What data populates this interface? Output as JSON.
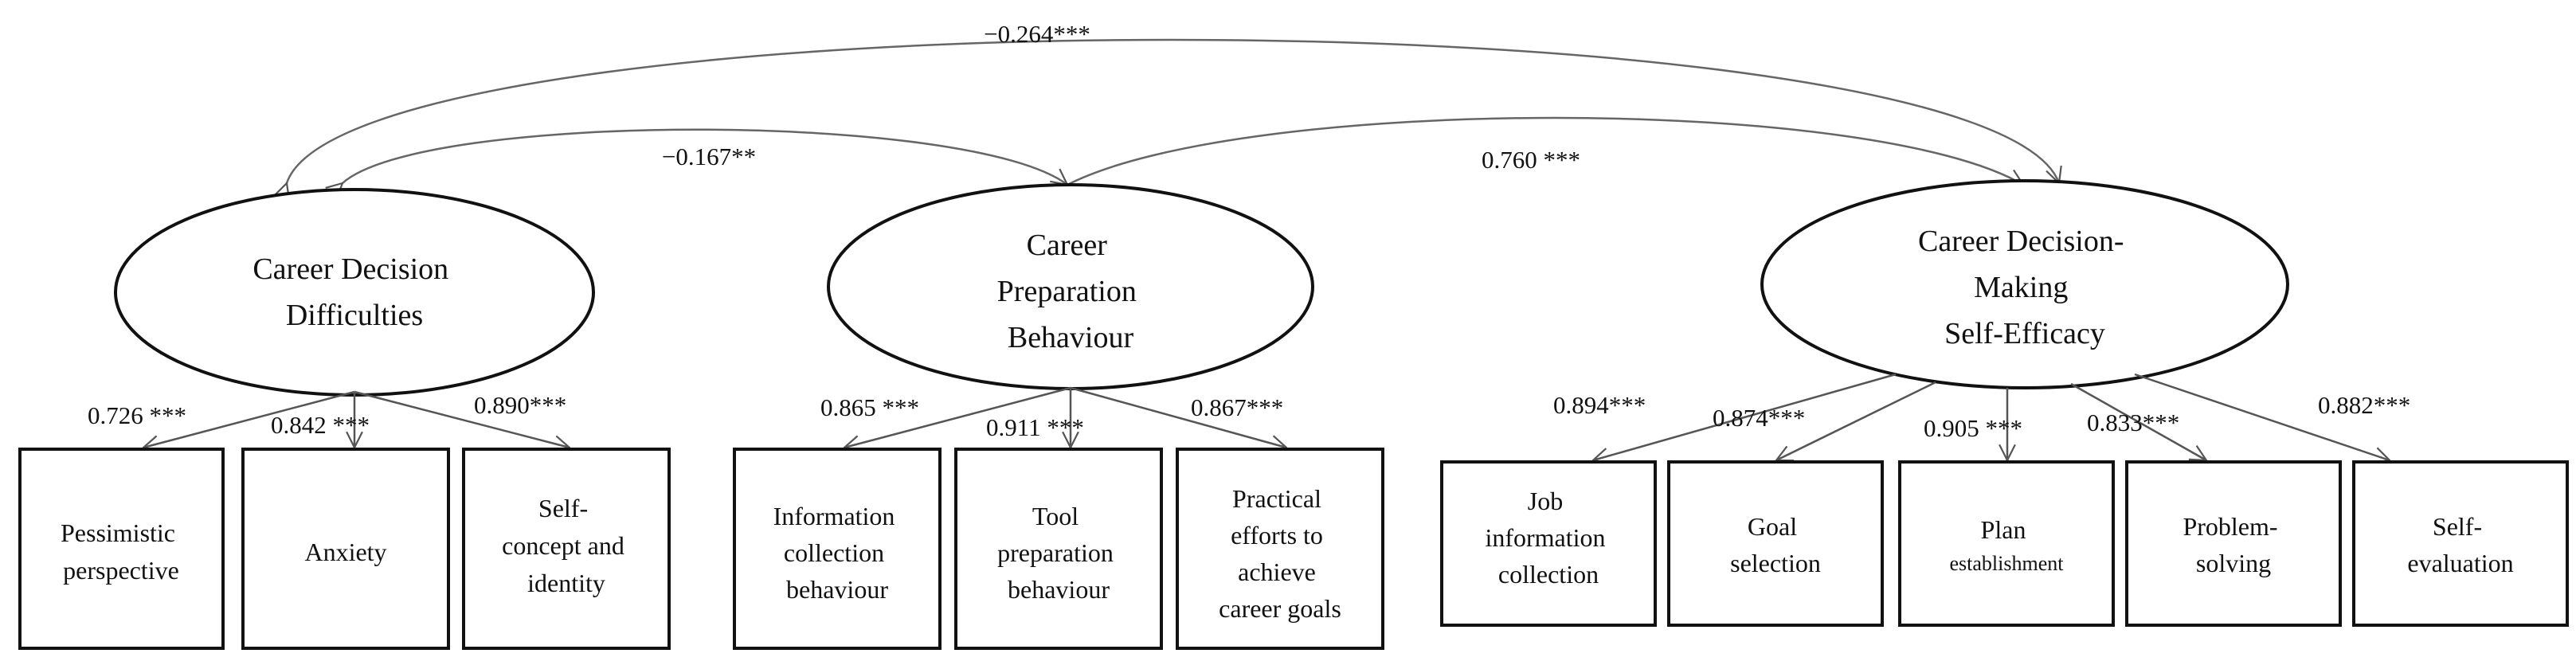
{
  "latents": {
    "cdd": {
      "lines": [
        "Career Decision",
        "Difficulties"
      ]
    },
    "cpb": {
      "lines": [
        "Career",
        "Preparation",
        "Behaviour"
      ]
    },
    "cdse": {
      "lines": [
        "Career Decision-",
        "Making",
        "Self-Efficacy"
      ]
    }
  },
  "correlations": {
    "cdd_cdse": "−0.264***",
    "cdd_cpb": "−0.167**",
    "cpb_cdse": "0.760 ***"
  },
  "indicators": {
    "cdd": [
      {
        "lines": [
          "Pessimistic",
          "perspective"
        ],
        "loading": "0.726 ***"
      },
      {
        "lines": [
          "Anxiety"
        ],
        "loading": "0.842 ***"
      },
      {
        "lines": [
          "Self-",
          "concept and",
          "identity"
        ],
        "loading": "0.890***"
      }
    ],
    "cpb": [
      {
        "lines": [
          "Information",
          "collection",
          "behaviour"
        ],
        "loading": "0.865 ***"
      },
      {
        "lines": [
          "Tool",
          "preparation",
          "behaviour"
        ],
        "loading": "0.911 ***"
      },
      {
        "lines": [
          "Practical",
          "efforts to",
          "achieve",
          "career goals"
        ],
        "loading": "0.867***"
      }
    ],
    "cdse": [
      {
        "lines": [
          "Job",
          "information",
          "collection"
        ],
        "loading": "0.894***"
      },
      {
        "lines": [
          "Goal",
          "selection"
        ],
        "loading": "0.874***"
      },
      {
        "lines": [
          "Plan",
          "establishment"
        ],
        "loading": "0.905 ***"
      },
      {
        "lines": [
          "Problem-",
          "solving"
        ],
        "loading": "0.833***"
      },
      {
        "lines": [
          "Self-",
          "evaluation"
        ],
        "loading": "0.882***"
      }
    ]
  }
}
